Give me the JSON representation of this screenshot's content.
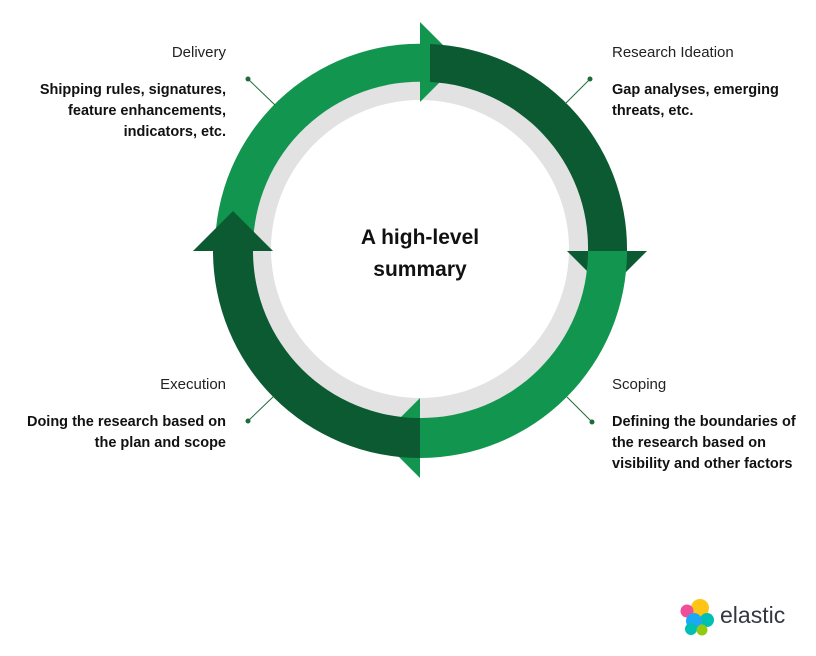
{
  "center": {
    "title_line1": "A high-level",
    "title_line2": "summary"
  },
  "stages": {
    "delivery": {
      "label": "Delivery",
      "desc": [
        "Shipping rules, signatures,",
        "feature enhancements,",
        "indicators, etc."
      ]
    },
    "research_ideation": {
      "label": "Research Ideation",
      "desc": [
        "Gap analyses, emerging",
        "threats, etc."
      ]
    },
    "scoping": {
      "label": "Scoping",
      "desc": [
        "Defining the boundaries of",
        "the research based on",
        "visibility and other factors"
      ]
    },
    "execution": {
      "label": "Execution",
      "desc": [
        "Doing the research based on",
        "the plan and scope"
      ]
    }
  },
  "logo": {
    "text": "elastic"
  },
  "colors": {
    "light_green": "#12964f",
    "dark_green": "#0b5a32",
    "ring_gray": "#e2e2e2",
    "connector": "#1e6b3a"
  }
}
